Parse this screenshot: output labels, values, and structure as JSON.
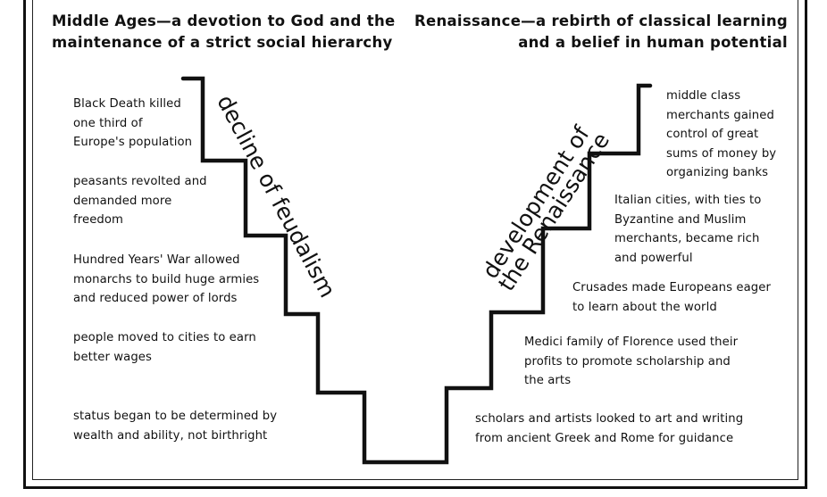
{
  "header": {
    "left": [
      "Middle Ages—a devotion to God and the",
      "maintenance of a strict social hierarchy"
    ],
    "right": [
      "Renaissance—a rebirth of classical learning",
      "and a belief in human potential"
    ]
  },
  "diagonal_labels": {
    "left": "decline of feudalism",
    "right_line1": "development of",
    "right_line2": "the Renaissance"
  },
  "left_steps": [
    [
      "Black Death killed",
      "one third of",
      "Europe's population"
    ],
    [
      "peasants revolted and",
      "demanded more",
      "freedom"
    ],
    [
      "Hundred Years' War allowed",
      "monarchs to build huge armies",
      "and reduced power of lords"
    ],
    [
      "people moved to cities to earn",
      "better wages"
    ],
    [
      "status began to be determined by",
      "wealth and ability, not birthright"
    ]
  ],
  "right_steps": [
    [
      "middle class",
      "merchants gained",
      "control of great",
      "sums of money by",
      "organizing banks"
    ],
    [
      "Italian cities, with ties to",
      "Byzantine and Muslim",
      "merchants, became rich",
      "and powerful"
    ],
    [
      "Crusades made Europeans eager",
      "to learn about the world"
    ],
    [
      "Medici family of Florence used their",
      "profits to promote scholarship and",
      "the arts"
    ],
    [
      "scholars and artists looked to art and writing",
      "from ancient Greek and Rome for guidance"
    ]
  ]
}
